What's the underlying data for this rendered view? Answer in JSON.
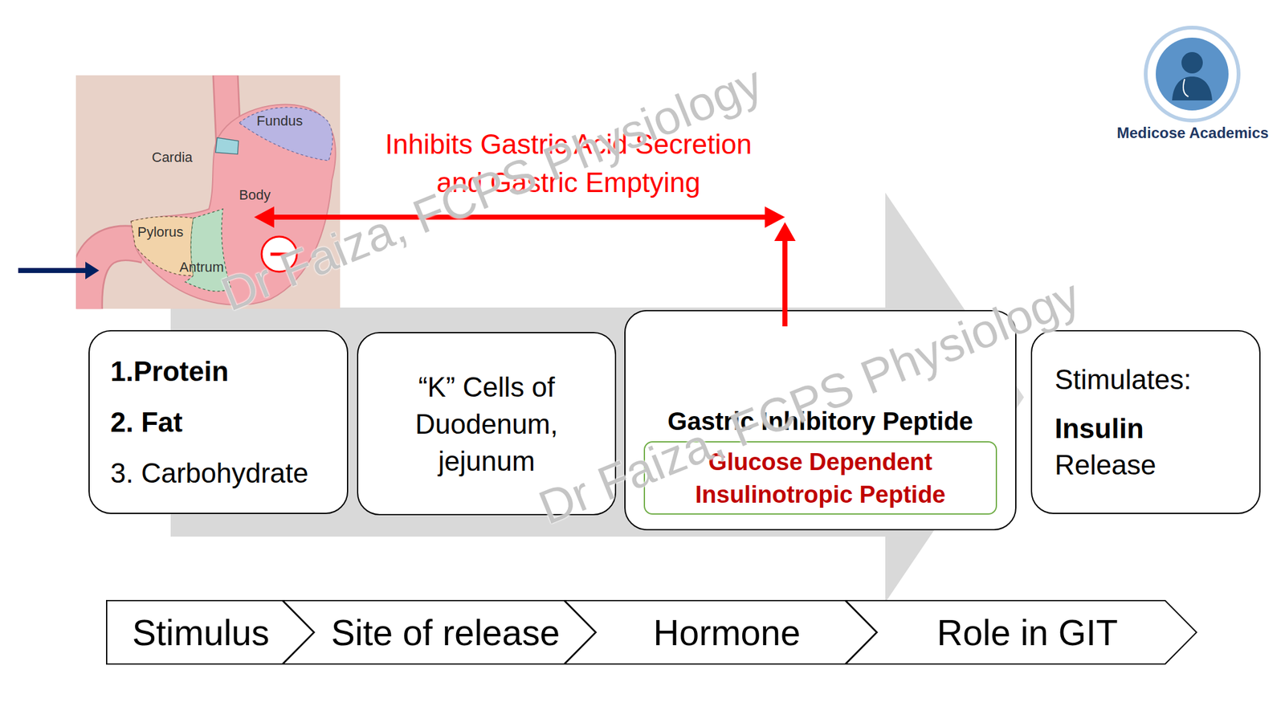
{
  "diagram": {
    "nodes": [
      {
        "text": [
          "1.Protein",
          "2. Fat",
          "3. Carbohydrate"
        ]
      },
      {
        "text": [
          "“K” Cells of Duodenum, jejunum"
        ]
      },
      {
        "text": [
          "Gastric Inhibitory Peptide"
        ]
      },
      {
        "text": [
          "Glucose Dependent Insulinotropic Peptide"
        ],
        "in": 2
      },
      {
        "text": [
          "Stimulates:",
          "Insulin",
          "Release"
        ]
      },
      {
        "text": [
          "Stimulus"
        ]
      },
      {
        "text": [
          "Site of release"
        ]
      },
      {
        "text": [
          "Hormone"
        ]
      },
      {
        "text": [
          "Role in GIT"
        ]
      }
    ],
    "labels": [
      "Fundus",
      "Cardia",
      "Body",
      "Pylorus",
      "Antrum",
      "Inhibits Gastric Acid Secretion and Gastric Emptying",
      "Dr Faiza, FCPS Physiology",
      "Dr Faiza, FCPS Physiology",
      "Medicose Academics"
    ]
  }
}
